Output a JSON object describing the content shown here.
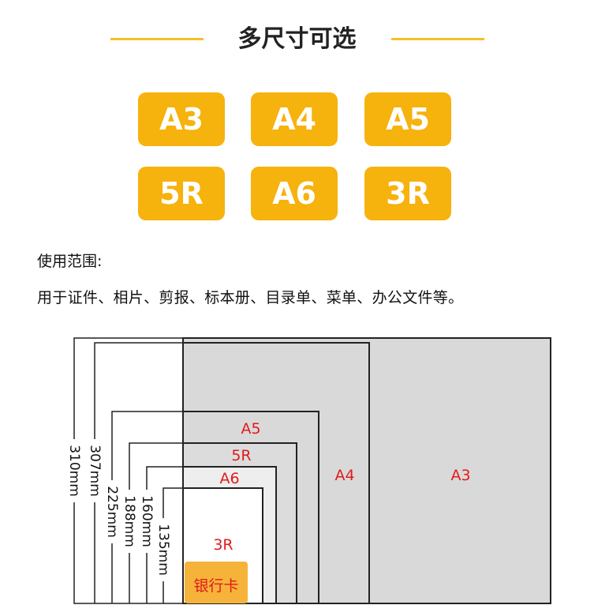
{
  "header": {
    "title": "多尺寸可选"
  },
  "sizes": [
    "A3",
    "A4",
    "A5",
    "5R",
    "A6",
    "3R"
  ],
  "usage": {
    "title": "使用范围:",
    "text": "用于证件、相片、剪报、标本册、目录单、菜单、办公文件等。"
  },
  "diagram": {
    "papers": [
      {
        "label": "A3",
        "fill": "#d9d9d9"
      },
      {
        "label": "A4",
        "fill": "#d9d9d9"
      },
      {
        "label": "A5",
        "fill": "#d9d9d9"
      },
      {
        "label": "5R",
        "fill": "#dcdcdc"
      },
      {
        "label": "A6",
        "fill": "#eeeeee"
      },
      {
        "label": "3R",
        "fill": "#ffffff"
      }
    ],
    "dimensions": [
      "310mm",
      "307mm",
      "225mm",
      "188mm",
      "160mm",
      "135mm"
    ],
    "card": {
      "label": "银行卡",
      "color": "#f5b33a"
    },
    "label_color": "#e11b1b"
  }
}
